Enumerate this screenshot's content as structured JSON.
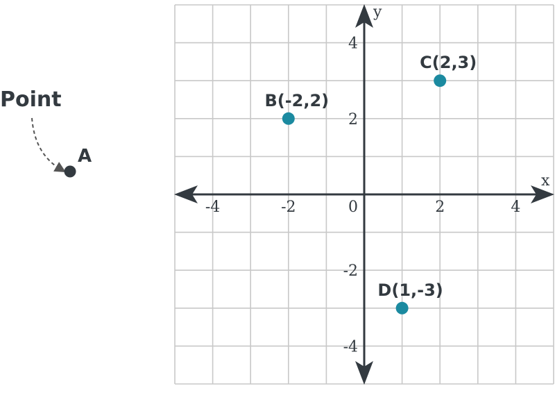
{
  "annotation": {
    "title": "Point",
    "point_label": "A",
    "point_color": "#333a40"
  },
  "axes": {
    "x_name": "x",
    "y_name": "y",
    "origin_label": "0",
    "axis_color": "#333a40",
    "grid_color": "#c8c8c8"
  },
  "chart_data": {
    "type": "scatter",
    "xlim": [
      -5,
      5
    ],
    "ylim": [
      -5,
      5
    ],
    "grid": true,
    "x_ticks": [
      {
        "value": -4,
        "label": "-4"
      },
      {
        "value": -2,
        "label": "-2"
      },
      {
        "value": 2,
        "label": "2"
      },
      {
        "value": 4,
        "label": "4"
      }
    ],
    "y_ticks": [
      {
        "value": 4,
        "label": "4"
      },
      {
        "value": 2,
        "label": "2"
      },
      {
        "value": -2,
        "label": "-2"
      },
      {
        "value": -4,
        "label": "-4"
      }
    ],
    "points": [
      {
        "name": "B",
        "label": "B(-2,2)",
        "x": -2,
        "y": 2
      },
      {
        "name": "C",
        "label": "C(2,3)",
        "x": 2,
        "y": 3
      },
      {
        "name": "D",
        "label": "D(1,-3)",
        "x": 1,
        "y": -3
      }
    ],
    "point_color": "#1b8aa0"
  }
}
